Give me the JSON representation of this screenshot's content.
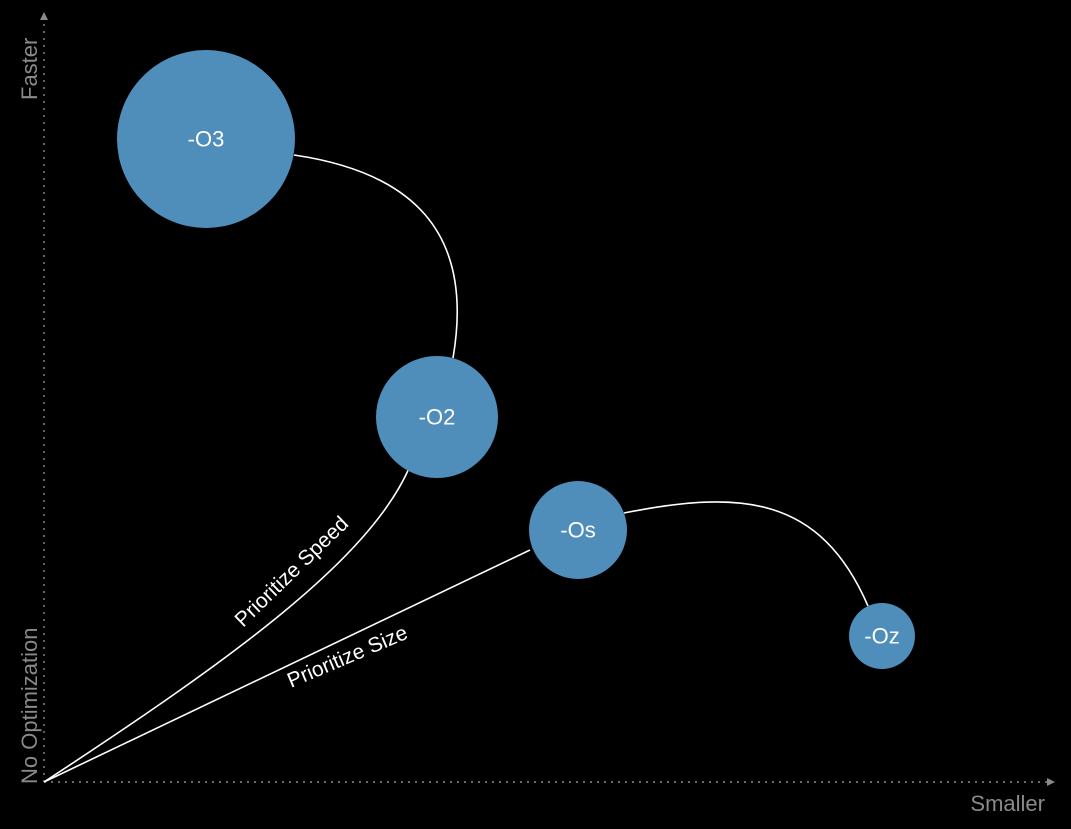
{
  "axes": {
    "x_label": "Smaller",
    "y_top_label": "Faster",
    "y_origin_label": "No Optimization"
  },
  "paths": {
    "speed_label": "Prioritize Speed",
    "size_label": "Prioritize Size"
  },
  "nodes": [
    {
      "id": "o3",
      "label": "-O3"
    },
    {
      "id": "o2",
      "label": "-O2"
    },
    {
      "id": "os",
      "label": "-Os"
    },
    {
      "id": "oz",
      "label": "-Oz"
    }
  ],
  "colors": {
    "background": "#000000",
    "node_fill": "#4f8dba",
    "axis": "#8a8a8a",
    "curve": "#ffffff",
    "text": "#ffffff"
  }
}
